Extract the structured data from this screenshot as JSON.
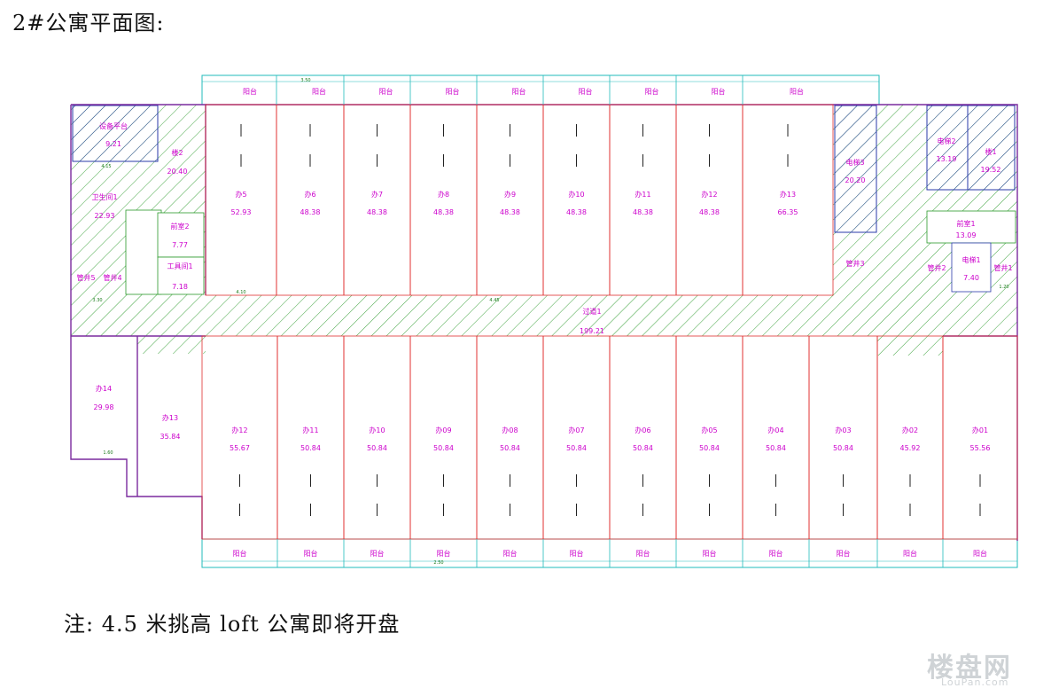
{
  "title": "2#公寓平面图:",
  "note": "注: 4.5 米挑高 loft 公寓即将开盘",
  "watermark": {
    "brand": "楼盘网",
    "domain": "LouPan.com"
  },
  "colors": {
    "wall": "#7a2a9e",
    "partition": "#e03030",
    "dimension": "#1a8a1a",
    "balcony_line": "#22bbbb",
    "hatch": "#2a9a2a",
    "hatch_blue": "#2a3aaa",
    "label": "#cc00cc"
  },
  "rooms_top": [
    {
      "name": "办5",
      "area": "52.93"
    },
    {
      "name": "办6",
      "area": "48.38"
    },
    {
      "name": "办7",
      "area": "48.38"
    },
    {
      "name": "办8",
      "area": "48.38"
    },
    {
      "name": "办9",
      "area": "48.38"
    },
    {
      "name": "办10",
      "area": "48.38"
    },
    {
      "name": "办11",
      "area": "48.38"
    },
    {
      "name": "办12",
      "area": "48.38"
    },
    {
      "name": "办13",
      "area": "66.35"
    }
  ],
  "rooms_bottom": [
    {
      "name": "办12",
      "area": "55.67"
    },
    {
      "name": "办11",
      "area": "50.84"
    },
    {
      "name": "办10",
      "area": "50.84"
    },
    {
      "name": "办09",
      "area": "50.84"
    },
    {
      "name": "办08",
      "area": "50.84"
    },
    {
      "name": "办07",
      "area": "50.84"
    },
    {
      "name": "办06",
      "area": "50.84"
    },
    {
      "name": "办05",
      "area": "50.84"
    },
    {
      "name": "办04",
      "area": "50.84"
    },
    {
      "name": "办03",
      "area": "50.84"
    },
    {
      "name": "办02",
      "area": "45.92"
    },
    {
      "name": "办01",
      "area": "55.56"
    }
  ],
  "service_rooms": [
    {
      "name": "设备平台",
      "area": "9.21"
    },
    {
      "name": "楼2",
      "area": "20.40"
    },
    {
      "name": "卫生间1",
      "area": "22.93"
    },
    {
      "name": "前室2",
      "area": "7.77"
    },
    {
      "name": "工具间1",
      "area": "7.18"
    },
    {
      "name": "管井5",
      "area": ""
    },
    {
      "name": "管井4",
      "area": ""
    },
    {
      "name": "电梯3",
      "area": "20.20"
    },
    {
      "name": "管井3",
      "area": ""
    },
    {
      "name": "电梯2",
      "area": "13.19"
    },
    {
      "name": "楼1",
      "area": "19.52"
    },
    {
      "name": "前室1",
      "area": "13.09"
    },
    {
      "name": "电梯1",
      "area": "7.40"
    },
    {
      "name": "管井2",
      "area": ""
    },
    {
      "name": "管井1",
      "area": ""
    },
    {
      "name": "办14",
      "area": "29.98"
    },
    {
      "name": "办13",
      "area": "35.84"
    }
  ],
  "corridor": {
    "name": "过道1",
    "area": "199.21"
  },
  "balcony_label": "阳台",
  "dimension_labels": [
    "4.10",
    "3.50",
    "2.50",
    "4.45",
    "4.15",
    "1.60",
    "3.30",
    "1.20"
  ]
}
